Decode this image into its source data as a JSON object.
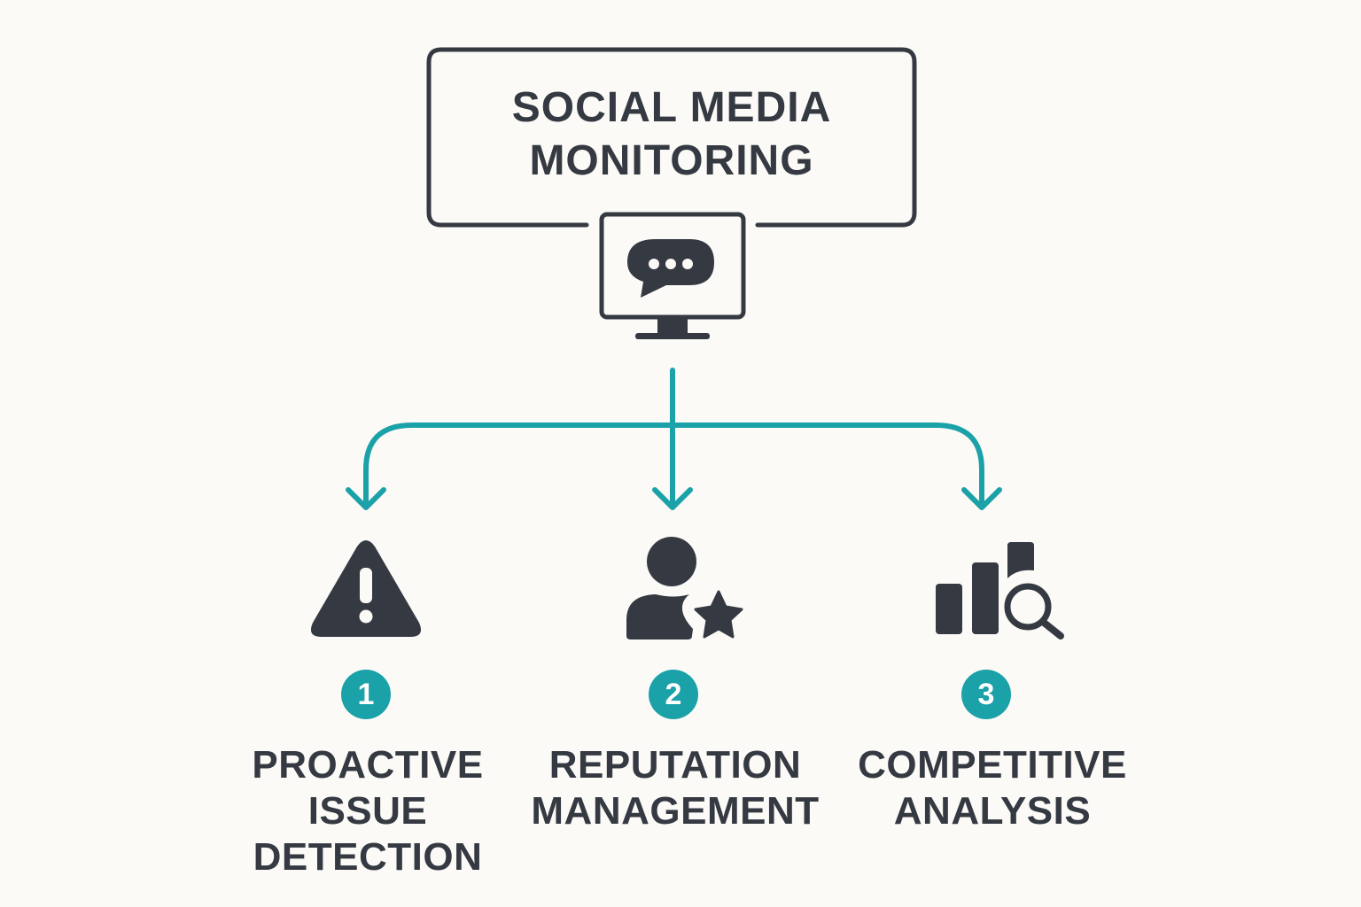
{
  "colors": {
    "background": "#fbfaf7",
    "ink": "#353a42",
    "accent": "#1ba1a8"
  },
  "header": {
    "title_lines": [
      "SOCIAL MEDIA",
      "MONITORING"
    ],
    "icon": "monitor-chat-icon"
  },
  "branches": [
    {
      "number": "1",
      "icon": "warning-triangle-icon",
      "label_lines": [
        "PROACTIVE",
        "ISSUE",
        "DETECTION"
      ]
    },
    {
      "number": "2",
      "icon": "user-star-icon",
      "label_lines": [
        "REPUTATION",
        "MANAGEMENT"
      ]
    },
    {
      "number": "3",
      "icon": "bar-chart-magnifier-icon",
      "label_lines": [
        "COMPETITIVE",
        "ANALYSIS"
      ]
    }
  ]
}
